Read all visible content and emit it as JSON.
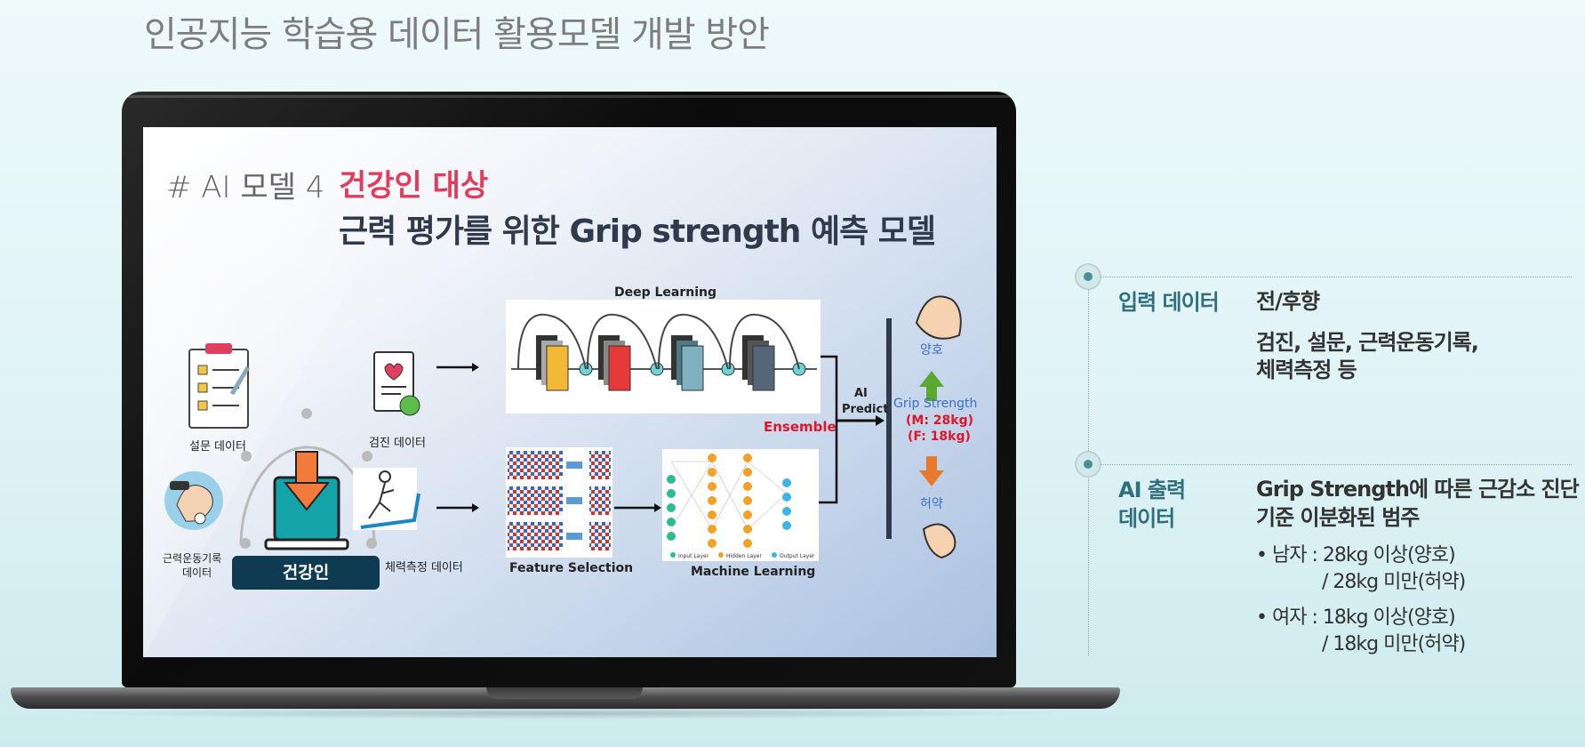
{
  "page": {
    "title": "인공지능 학습용 데이터 활용모델 개발 방안"
  },
  "slide": {
    "tag": "# AI 모델 4",
    "title_red": "건강인 대상",
    "title_main": "근력 평가를 위한 Grip strength 예측 모델",
    "sources": {
      "survey": "설문 데이터",
      "exercise_line1": "근력운동기록",
      "exercise_line2": "데이터",
      "checkup": "검진 데이터",
      "fitness": "체력측정 데이터",
      "person": "건강인"
    },
    "deep_learning": "Deep Learning",
    "feature_selection": "Feature Selection",
    "machine_learning": "Machine Learning",
    "nn_legend": [
      "Input Layer",
      "Hidden Layer",
      "Output Layer"
    ],
    "ensemble": "Ensemble",
    "ai_predict_line1": "AI",
    "ai_predict_line2": "Predict",
    "good": "양호",
    "weak": "허약",
    "grip_strength": "Grip Strength",
    "male_threshold": "(M: 28kg)",
    "female_threshold": "(F: 18kg)"
  },
  "info": {
    "input": {
      "heading": "입력 데이터",
      "line1": "전/후향",
      "line2": "검진, 설문, 근력운동기록,",
      "line3": "체력측정 등"
    },
    "output": {
      "heading_line1": "AI 출력",
      "heading_line2": "데이터",
      "line1": "Grip Strength에 따른 근감소 진단",
      "line2": "기준 이분화된 범주",
      "male_line1": "• 남자 : 28kg 이상(양호)",
      "male_line2": "/ 28kg 미만(허약)",
      "female_line1": "• 여자 : 18kg 이상(양호)",
      "female_line2": "/ 18kg 미만(허약)"
    }
  },
  "colors": {
    "accent_red": "#e23c5c",
    "navy": "#0f3b52",
    "teal_heading": "#2f6f80",
    "up_arrow": "#5aa832",
    "down_arrow": "#e87a2c"
  }
}
